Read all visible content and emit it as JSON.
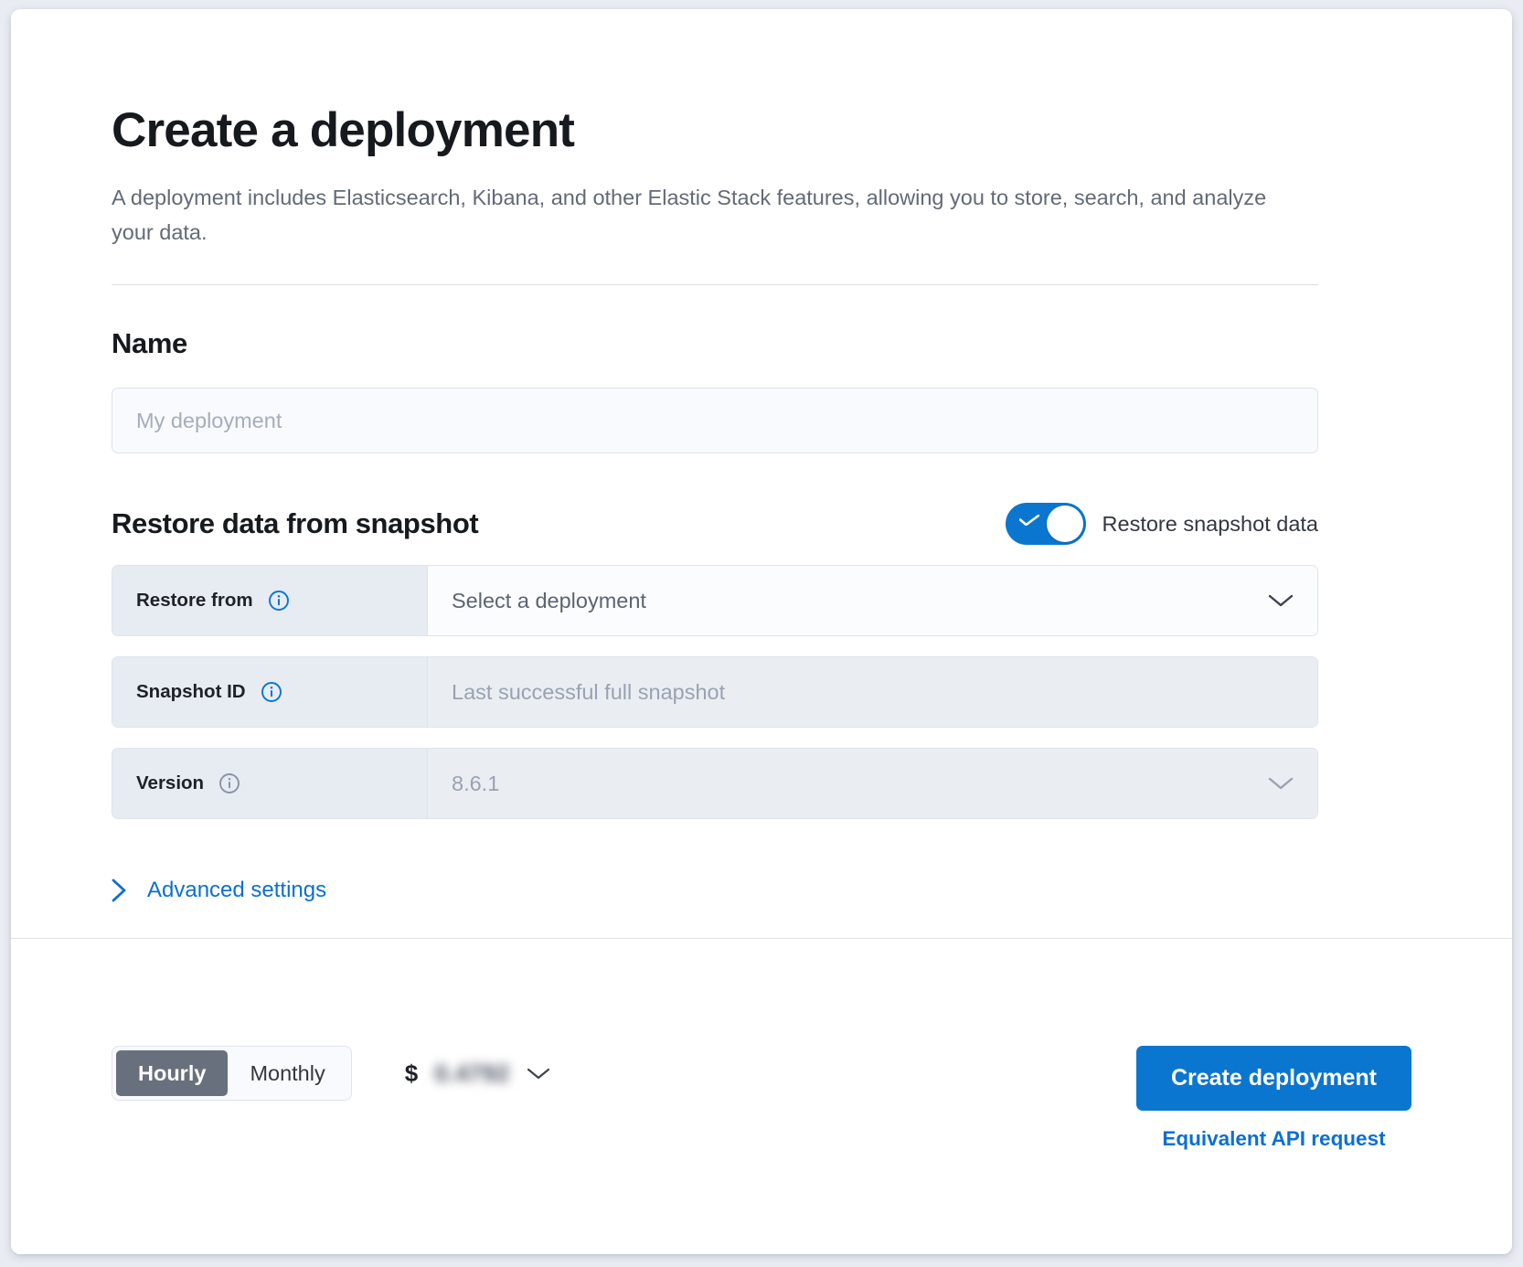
{
  "header": {
    "title": "Create a deployment",
    "description": "A deployment includes Elasticsearch, Kibana, and other Elastic Stack features, allowing you to store, search, and analyze your data."
  },
  "name_section": {
    "heading": "Name",
    "input_placeholder": "My deployment",
    "input_value": ""
  },
  "restore_section": {
    "heading": "Restore data from snapshot",
    "toggle": {
      "label": "Restore snapshot data",
      "state": "on",
      "icon": "check-icon",
      "color": "#0b76cf"
    },
    "rows": [
      {
        "label": "Restore from",
        "info_icon": "info-circle-icon",
        "info_icon_color": "#0b76cf",
        "value": "Select a deployment",
        "has_chevron": true,
        "disabled": false
      },
      {
        "label": "Snapshot ID",
        "info_icon": "info-circle-icon",
        "info_icon_color": "#0b76cf",
        "value": "Last successful full snapshot",
        "has_chevron": false,
        "disabled": true
      },
      {
        "label": "Version",
        "info_icon": "info-circle-icon",
        "info_icon_color": "#8a93a3",
        "value": "8.6.1",
        "has_chevron": true,
        "disabled": true
      }
    ],
    "advanced_settings": {
      "label": "Advanced settings",
      "icon": "chevron-right-icon",
      "color": "#0b6fd4"
    }
  },
  "footer": {
    "billing_options": [
      {
        "label": "Hourly",
        "active": true
      },
      {
        "label": "Monthly",
        "active": false
      }
    ],
    "price": {
      "currency_symbol": "$",
      "amount": "0.4792",
      "redacted": true,
      "chevron_icon": "chevron-down-icon"
    },
    "create_button": "Create deployment",
    "api_link": "Equivalent API request"
  },
  "colors": {
    "accent": "#0b76cf",
    "link": "#0b6fd4",
    "segment_active": "#69707d",
    "label_bg": "#e7ebf2",
    "page_bg": "#e9ecf2"
  }
}
